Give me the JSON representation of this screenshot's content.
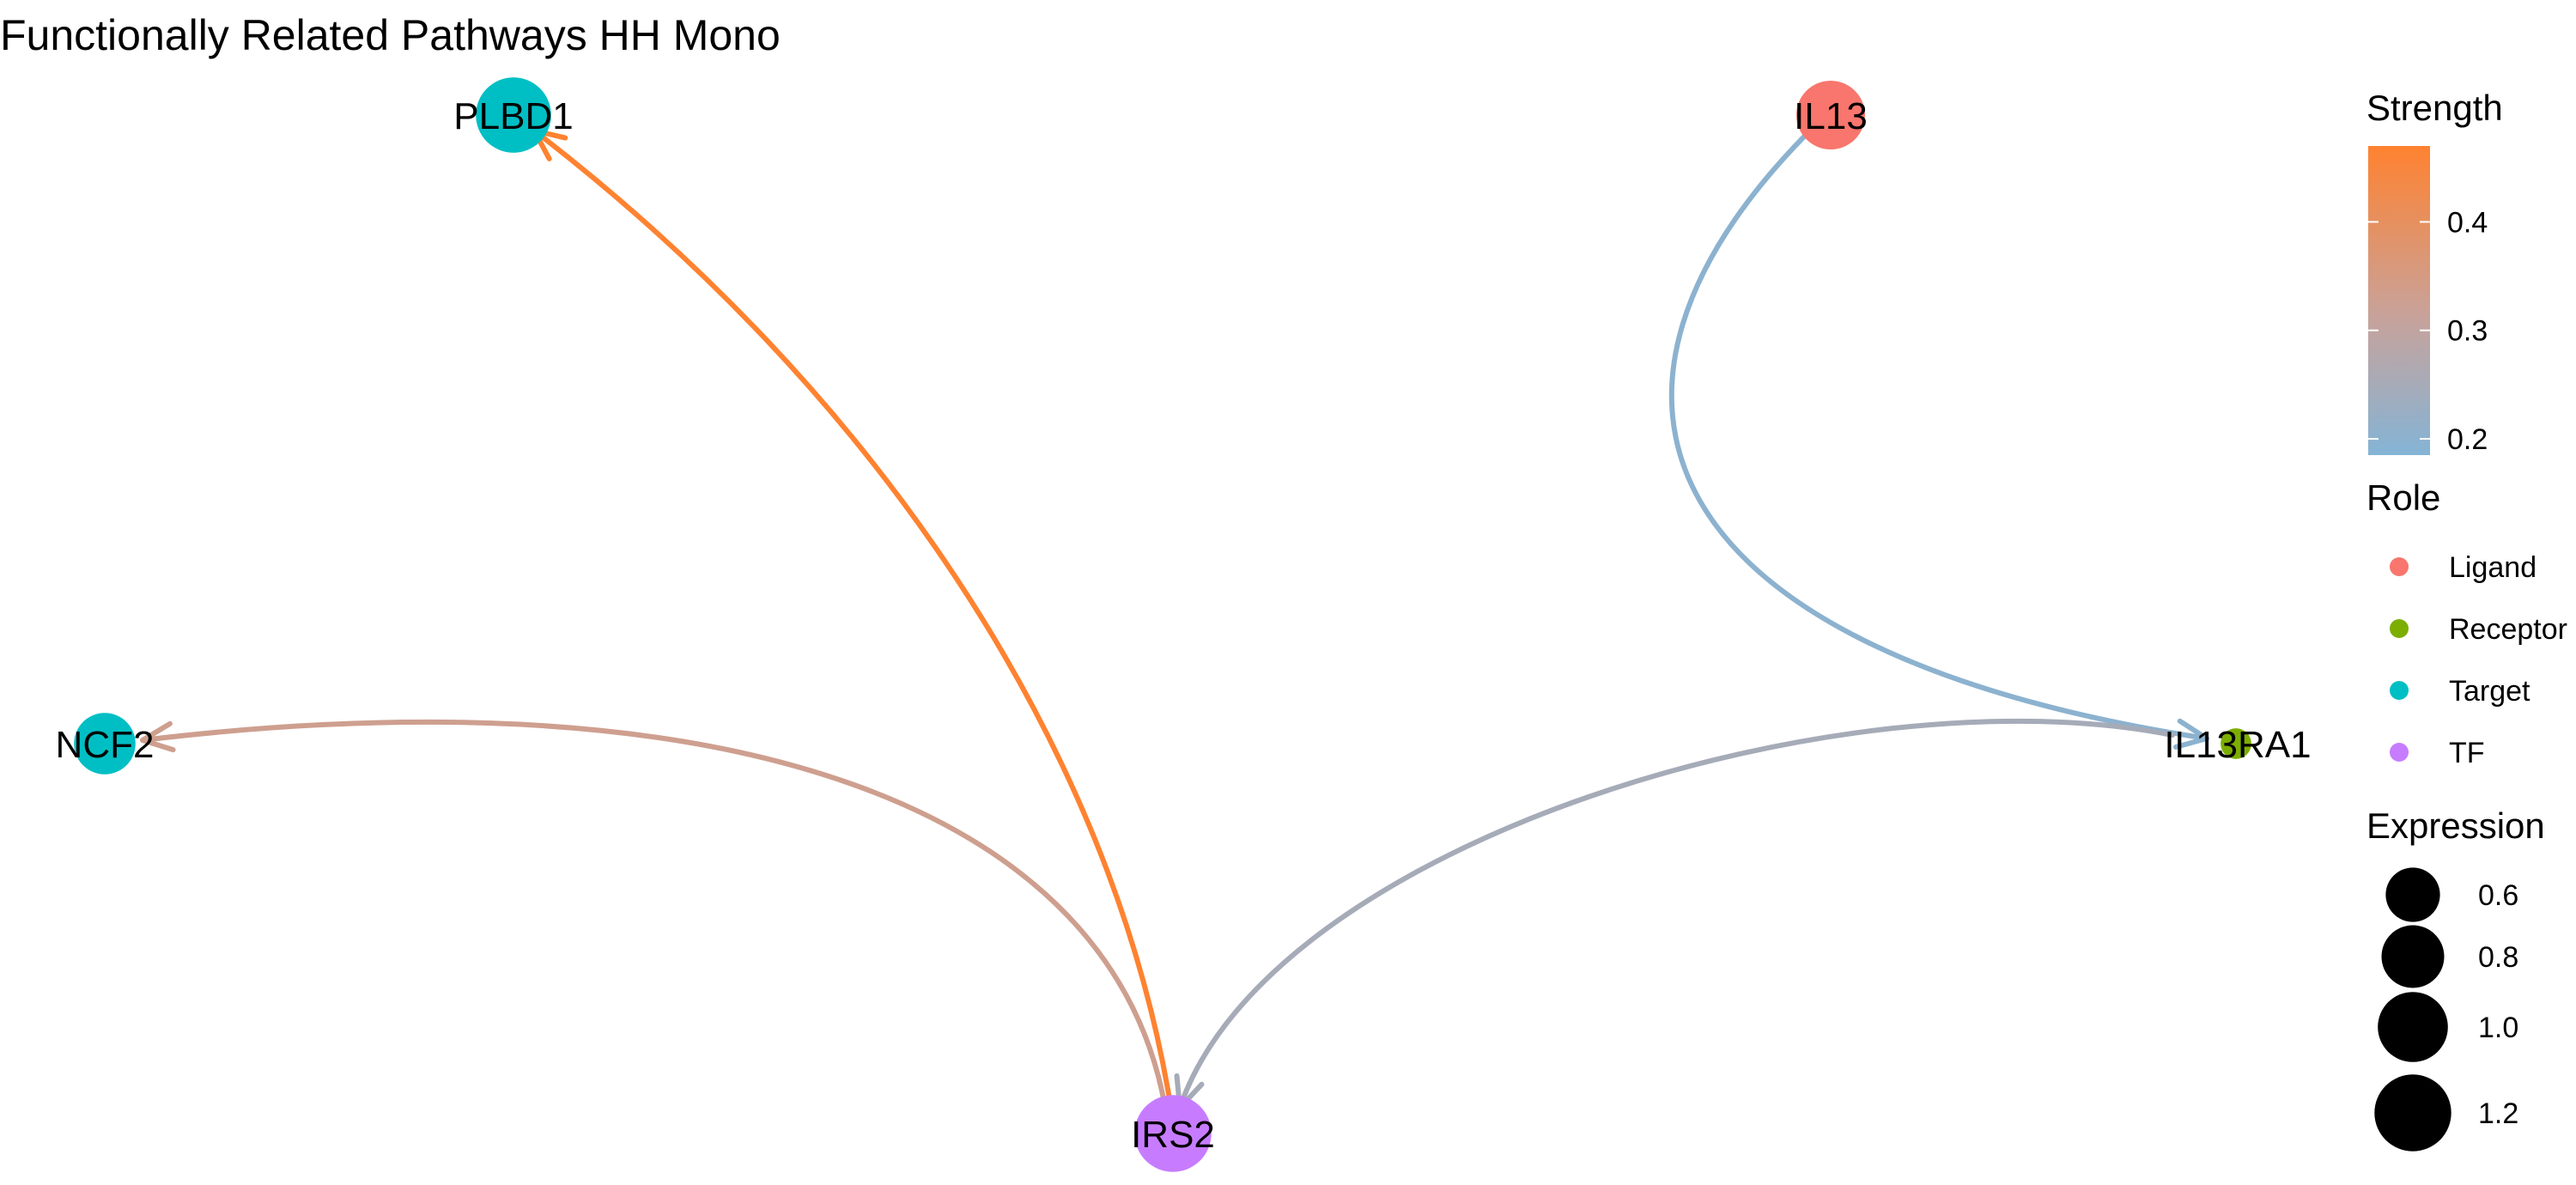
{
  "title": "Functionally Related Pathways HH Mono",
  "colors": {
    "Ligand": "#F8766D",
    "Receptor": "#7CAE00",
    "Target": "#00BFC4",
    "TF": "#C77CFF",
    "strength_low": "#84B4D6",
    "strength_mid": "#C8A29A",
    "strength_high": "#FF8230"
  },
  "nodes": [
    {
      "id": "PLBD1",
      "label": "PLBD1",
      "role": "Target",
      "expression": 1.2
    },
    {
      "id": "IL13",
      "label": "IL13",
      "role": "Ligand",
      "expression": 1.0
    },
    {
      "id": "NCF2",
      "label": "NCF2",
      "role": "Target",
      "expression": 0.8
    },
    {
      "id": "IL13RA1",
      "label": "IL13RA1",
      "role": "Receptor",
      "expression": 0.2
    },
    {
      "id": "IRS2",
      "label": "IRS2",
      "role": "TF",
      "expression": 1.25
    }
  ],
  "edges": [
    {
      "from": "IRS2",
      "to": "PLBD1",
      "strength": 0.47
    },
    {
      "from": "IRS2",
      "to": "NCF2",
      "strength": 0.33
    },
    {
      "from": "IL13",
      "to": "IL13RA1",
      "strength": 0.2
    },
    {
      "from": "IL13RA1",
      "to": "IRS2",
      "strength": 0.25
    }
  ],
  "legend": {
    "strength": {
      "title": "Strength",
      "ticks": [
        {
          "value": 0.4,
          "label": "0.4"
        },
        {
          "value": 0.3,
          "label": "0.3"
        },
        {
          "value": 0.2,
          "label": "0.2"
        }
      ],
      "range": [
        0.185,
        0.47
      ]
    },
    "role": {
      "title": "Role",
      "items": [
        {
          "label": "Ligand",
          "key": "Ligand"
        },
        {
          "label": "Receptor",
          "key": "Receptor"
        },
        {
          "label": "Target",
          "key": "Target"
        },
        {
          "label": "TF",
          "key": "TF"
        }
      ]
    },
    "expression": {
      "title": "Expression",
      "items": [
        {
          "label": "0.6",
          "value": 0.6
        },
        {
          "label": "0.8",
          "value": 0.8
        },
        {
          "label": "1.0",
          "value": 1.0
        },
        {
          "label": "1.2",
          "value": 1.2
        }
      ]
    }
  }
}
